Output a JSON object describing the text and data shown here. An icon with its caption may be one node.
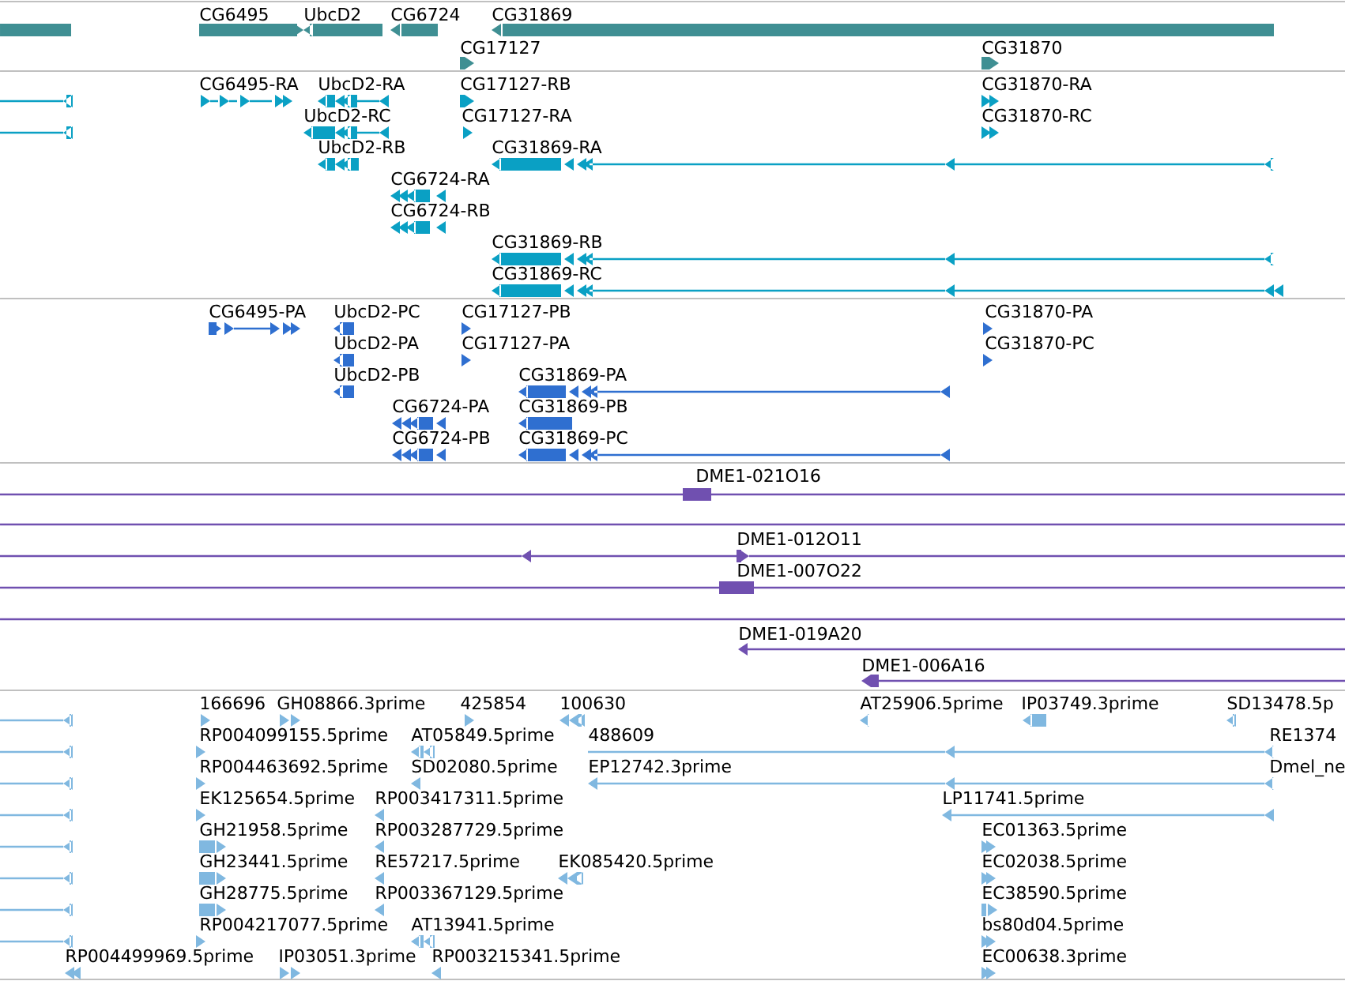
{
  "diagram": {
    "labels": [
      "CG6495",
      "UbcD2",
      "CG6724",
      "CG31869",
      "CG17127",
      "CG31870",
      "CG6495-RA",
      "UbcD2-RA",
      "CG17127-RB",
      "CG31870-RA",
      "UbcD2-RC",
      "CG17127-RA",
      "CG31870-RC",
      "UbcD2-RB",
      "CG31869-RA",
      "CG6724-RA",
      "CG6724-RB",
      "CG31869-RB",
      "CG31869-RC",
      "CG6495-PA",
      "UbcD2-PC",
      "CG17127-PB",
      "CG31870-PA",
      "UbcD2-PA",
      "CG17127-PA",
      "CG31870-PC",
      "UbcD2-PB",
      "CG31869-PA",
      "CG6724-PA",
      "CG31869-PB",
      "CG6724-PB",
      "CG31869-PC",
      "DME1-021O16",
      "DME1-012O11",
      "DME1-007O22",
      "DME1-019A20",
      "DME1-006A16",
      "166696",
      "GH08866.3prime",
      "425854",
      "100630",
      "AT25906.5prime",
      "IP03749.3prime",
      "SD13478.5p",
      "RP004099155.5prime",
      "AT05849.5prime",
      "488609",
      "RE1374",
      "RP004463692.5prime",
      "SD02080.5prime",
      "EP12742.3prime",
      "Dmel_ne",
      "EK125654.5prime",
      "RP003417311.5prime",
      "LP11741.5prime",
      "GH21958.5prime",
      "RP003287729.5prime",
      "EC01363.5prime",
      "GH23441.5prime",
      "RE57217.5prime",
      "EK085420.5prime",
      "EC02038.5prime",
      "GH28775.5prime",
      "RP003367129.5prime",
      "EC38590.5prime",
      "RP004217077.5prime",
      "AT13941.5prime",
      "bs80d04.5prime",
      "RP004499969.5prime",
      "IP03051.3prime",
      "RP003215341.5prime",
      "EC00638.3prime"
    ]
  }
}
